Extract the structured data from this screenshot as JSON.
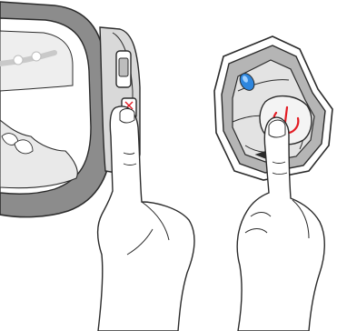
{
  "illustration": {
    "panels": [
      {
        "id": "headband-side",
        "depicts": "finger-pressing-side-button",
        "button_indicator_color": "#e31b23"
      },
      {
        "id": "earcup-puck",
        "depicts": "finger-pressing-center-power-button",
        "power_icon_color": "#e31b23",
        "status_light_color": "#2e86de"
      }
    ],
    "colors": {
      "outline": "#2b2b2b",
      "frame_gray": "#8c8c8c",
      "light_gray": "#d9d9d9",
      "shell_gray": "#b5b5b5",
      "skin_fill": "#ffffff"
    }
  }
}
